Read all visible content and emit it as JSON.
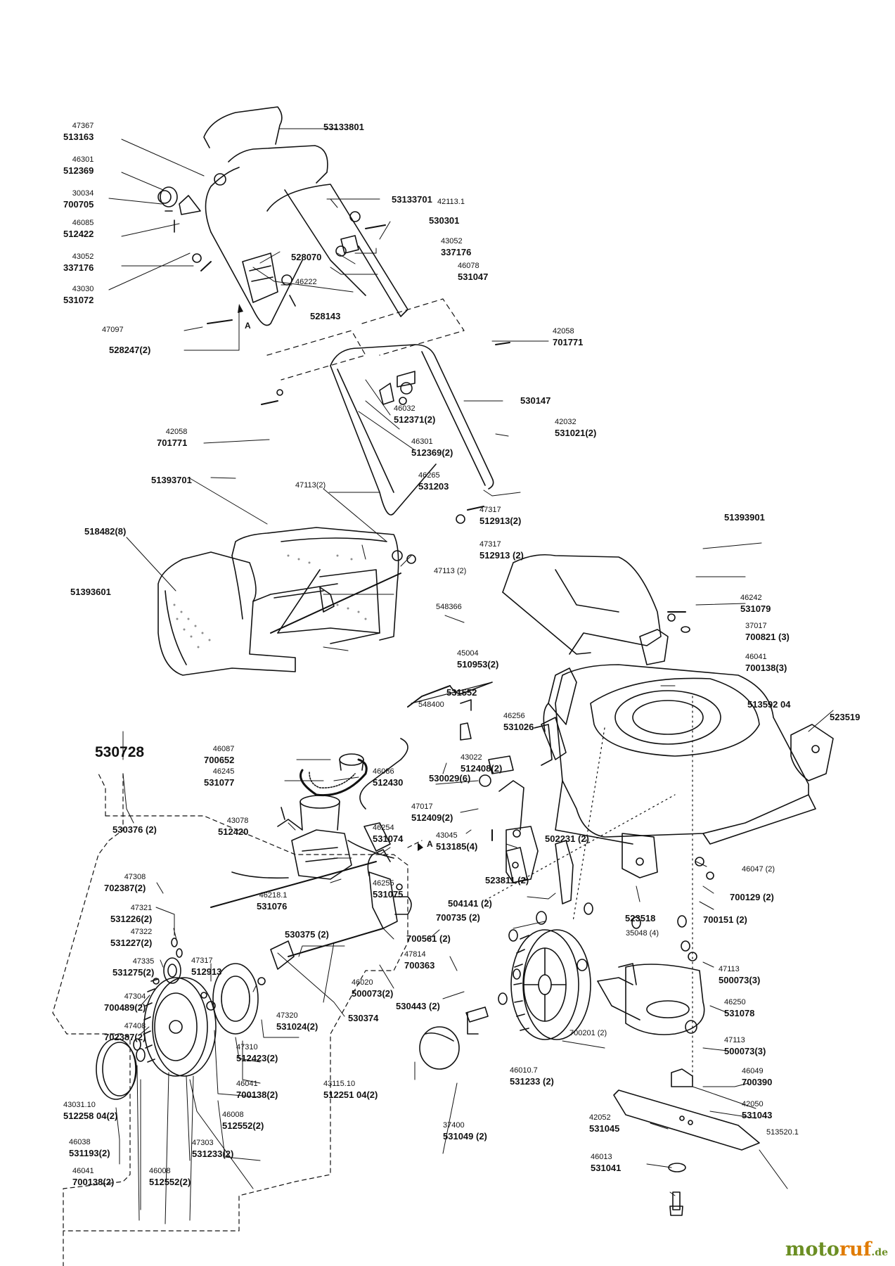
{
  "diagram": {
    "assembly_number": "530728",
    "arrow_labels": [
      "A",
      "A"
    ],
    "watermark": {
      "part1": "moto",
      "part2": "ruf",
      "suffix": ".de"
    },
    "labels": [
      {
        "id": "l1",
        "code": "53133801"
      },
      {
        "id": "l2",
        "num": "47367",
        "code": "513163"
      },
      {
        "id": "l3",
        "num": "46301",
        "code": "512369"
      },
      {
        "id": "l4",
        "num": "30034",
        "code": "700705"
      },
      {
        "id": "l5",
        "num": "46085",
        "code": "512422"
      },
      {
        "id": "l6",
        "num": "43052",
        "code": "337176"
      },
      {
        "id": "l7",
        "num": "43030",
        "code": "531072"
      },
      {
        "id": "l8",
        "num": "47097"
      },
      {
        "id": "l9",
        "code": "528247(2)"
      },
      {
        "id": "l10",
        "code": "53133701"
      },
      {
        "id": "l11",
        "num": "42113.1"
      },
      {
        "id": "l12",
        "code": "530301"
      },
      {
        "id": "l13",
        "num": "43052",
        "code": "337176"
      },
      {
        "id": "l14",
        "num": "46078",
        "code": "531047"
      },
      {
        "id": "l15",
        "code": "528070"
      },
      {
        "id": "l16",
        "num": "46222"
      },
      {
        "id": "l17",
        "code": "528143"
      },
      {
        "id": "l18",
        "num": "42058",
        "code": "701771"
      },
      {
        "id": "l19",
        "code": "530147"
      },
      {
        "id": "l20",
        "num": "46032",
        "code": "512371(2)"
      },
      {
        "id": "l21",
        "num": "46301",
        "code": "512369(2)"
      },
      {
        "id": "l22",
        "num": "42032",
        "code": "531021(2)"
      },
      {
        "id": "l23",
        "num": "42058",
        "code": "701771"
      },
      {
        "id": "l24",
        "num": "46265",
        "code": "531203"
      },
      {
        "id": "l25",
        "code": "51393701"
      },
      {
        "id": "l26",
        "num": "47113(2)"
      },
      {
        "id": "l27",
        "num": "47317",
        "code": "512913(2)"
      },
      {
        "id": "l28",
        "num": "47317",
        "code": "512913 (2)"
      },
      {
        "id": "l29",
        "num": "47113 (2)"
      },
      {
        "id": "l30",
        "code": "518482(8)"
      },
      {
        "id": "l31",
        "code": "51393901"
      },
      {
        "id": "l32",
        "code": "51393601"
      },
      {
        "id": "l33",
        "num": "46242",
        "code": "531079"
      },
      {
        "id": "l34",
        "num": "37017",
        "code": "700821 (3)"
      },
      {
        "id": "l35",
        "num": "548366"
      },
      {
        "id": "l36",
        "num": "45004",
        "code": "510953(2)"
      },
      {
        "id": "l37",
        "num": "46041",
        "code": "700138(3)"
      },
      {
        "id": "l38",
        "code": "531552"
      },
      {
        "id": "l39",
        "num": "46256",
        "code": "531026"
      },
      {
        "id": "l40",
        "num": "548400"
      },
      {
        "id": "l41",
        "code": "513592 04"
      },
      {
        "id": "l42",
        "code": "523519"
      },
      {
        "id": "l43",
        "num": "46087",
        "code": "700652"
      },
      {
        "id": "l44",
        "num": "46245",
        "code": "531077"
      },
      {
        "id": "l45",
        "num": "46086",
        "code": "512430"
      },
      {
        "id": "l46",
        "num": "43022",
        "code": "512408(2)"
      },
      {
        "id": "l47",
        "code": "530029(6)"
      },
      {
        "id": "l48",
        "num": "43078",
        "code": "512420"
      },
      {
        "id": "l49",
        "code": "530376 (2)"
      },
      {
        "id": "l50",
        "num": "47017",
        "code": "512409(2)"
      },
      {
        "id": "l51",
        "num": "43045",
        "code": "513185(4)"
      },
      {
        "id": "l52",
        "num": "46254",
        "code": "531074"
      },
      {
        "id": "l53",
        "code": "502231 (2)"
      },
      {
        "id": "l54",
        "num": "47308",
        "code": "702387(2)"
      },
      {
        "id": "l55",
        "num": "46255",
        "code": "531075"
      },
      {
        "id": "l56",
        "num": "46218.1",
        "code": "531076"
      },
      {
        "id": "l57",
        "code": "523811 (2)"
      },
      {
        "id": "l58",
        "num": "46047 (2)"
      },
      {
        "id": "l59",
        "num": "47321",
        "code": "531226(2)"
      },
      {
        "id": "l60",
        "code": "700129 (2)"
      },
      {
        "id": "l61",
        "code": "504141 (2)"
      },
      {
        "id": "l62",
        "code": "700735 (2)"
      },
      {
        "id": "l63",
        "code": "523518"
      },
      {
        "id": "l64",
        "code": "700151 (2)"
      },
      {
        "id": "l65",
        "num": "47322",
        "code": "531227(2)"
      },
      {
        "id": "l66",
        "code": "530375 (2)"
      },
      {
        "id": "l67",
        "code": "700561 (2)"
      },
      {
        "id": "l68",
        "num": "47814",
        "code": "700363"
      },
      {
        "id": "l69",
        "num": "35048 (4)"
      },
      {
        "id": "l70",
        "num": "47335",
        "code": "531275(2)"
      },
      {
        "id": "l71",
        "num": "47317",
        "code": "512913"
      },
      {
        "id": "l72",
        "num": "47113",
        "code": "500073(3)"
      },
      {
        "id": "l73",
        "num": "47304",
        "code": "700489(2)"
      },
      {
        "id": "l74",
        "num": "46020",
        "code": "500073(2)"
      },
      {
        "id": "l75",
        "num": "46250",
        "code": "531078"
      },
      {
        "id": "l76",
        "code": "530443 (2)"
      },
      {
        "id": "l77",
        "num": "47408",
        "code": "702387(2)"
      },
      {
        "id": "l78",
        "num": "47320",
        "code": "531024(2)"
      },
      {
        "id": "l79",
        "code": "530374"
      },
      {
        "id": "l80",
        "num": "47113",
        "code": "500073(3)"
      },
      {
        "id": "l81",
        "num": "47310",
        "code": "512423(2)"
      },
      {
        "id": "l82",
        "num": "46010.7",
        "code": "531233 (2)"
      },
      {
        "id": "l83",
        "num": "700201 (2)"
      },
      {
        "id": "l84",
        "num": "43115.10",
        "code": "512251 04(2)"
      },
      {
        "id": "l85",
        "num": "46049",
        "code": "700390"
      },
      {
        "id": "l86",
        "num": "46041",
        "code": "700138(2)"
      },
      {
        "id": "l87",
        "num": "42050",
        "code": "531043"
      },
      {
        "id": "l88",
        "num": "43031.10",
        "code": "512258 04(2)"
      },
      {
        "id": "l89",
        "num": "46008",
        "code": "512552(2)"
      },
      {
        "id": "l90",
        "num": "37400",
        "code": "531049 (2)"
      },
      {
        "id": "l91",
        "num": "42052",
        "code": "531045"
      },
      {
        "id": "l92",
        "num": "46038",
        "code": "531193(2)"
      },
      {
        "id": "l93",
        "num": "47303",
        "code": "531233(2)"
      },
      {
        "id": "l94",
        "num": "513520.1"
      },
      {
        "id": "l95",
        "num": "46041",
        "code": "700138(2)"
      },
      {
        "id": "l96",
        "num": "46008",
        "code": "512552(2)"
      },
      {
        "id": "l97",
        "num": "46013",
        "code": "531041"
      }
    ]
  }
}
